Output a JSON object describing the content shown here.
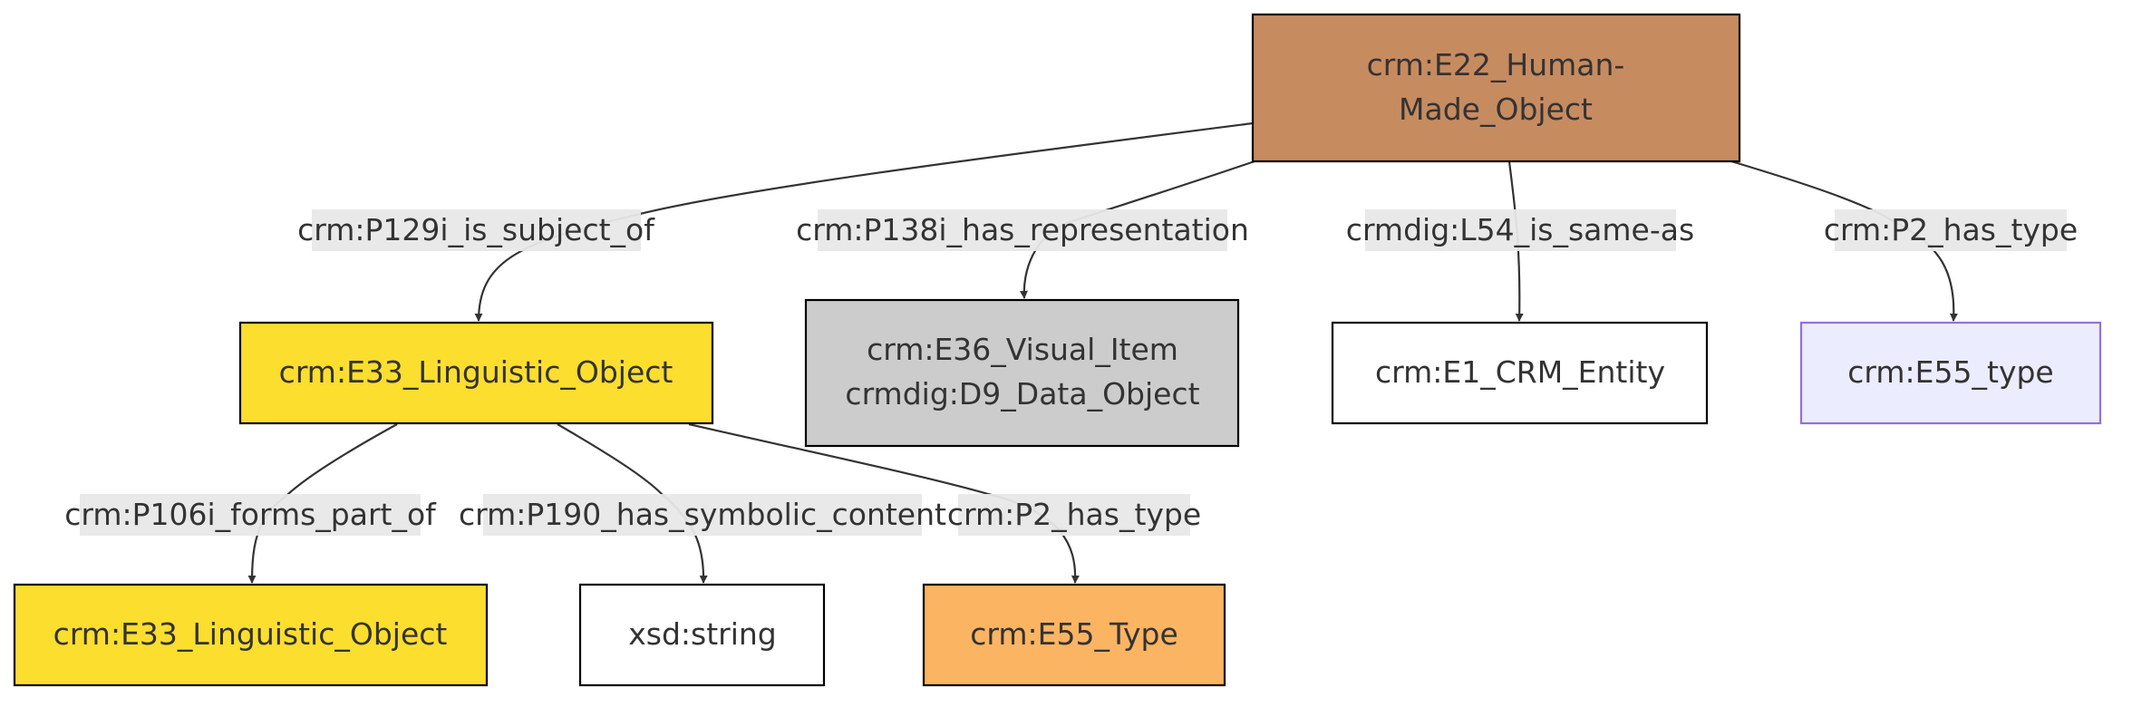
{
  "nodes": {
    "human_made_object": {
      "lines": [
        "crm:E22_Human-",
        "Made_Object"
      ],
      "fill": "#c78b60",
      "stroke": "#000000"
    },
    "linguistic_object": {
      "lines": [
        "crm:E33_Linguistic_Object"
      ],
      "fill": "#fcde2f",
      "stroke": "#000000"
    },
    "visual_item": {
      "lines": [
        "crm:E36_Visual_Item",
        "crmdig:D9_Data_Object"
      ],
      "fill": "#cccccc",
      "stroke": "#000000"
    },
    "crm_entity": {
      "lines": [
        "crm:E1_CRM_Entity"
      ],
      "fill": "#ffffff",
      "stroke": "#000000"
    },
    "e55_type_top": {
      "lines": [
        "crm:E55_type"
      ],
      "fill": "#ececff",
      "stroke": "#9370db"
    },
    "linguistic_object_part": {
      "lines": [
        "crm:E33_Linguistic_Object"
      ],
      "fill": "#fcde2f",
      "stroke": "#000000"
    },
    "xsd_string": {
      "lines": [
        "xsd:string"
      ],
      "fill": "#ffffff",
      "stroke": "#000000"
    },
    "e55_type_bottom": {
      "lines": [
        "crm:E55_Type"
      ],
      "fill": "#fbb462",
      "stroke": "#000000"
    }
  },
  "edges": {
    "p129i": "crm:P129i_is_subject_of",
    "p138i": "crm:P138i_has_representation",
    "l54": "crmdig:L54_is_same-as",
    "p2_top": "crm:P2_has_type",
    "p106i": "crm:P106i_forms_part_of",
    "p190": "crm:P190_has_symbolic_content",
    "p2_bottom": "crm:P2_has_type"
  }
}
